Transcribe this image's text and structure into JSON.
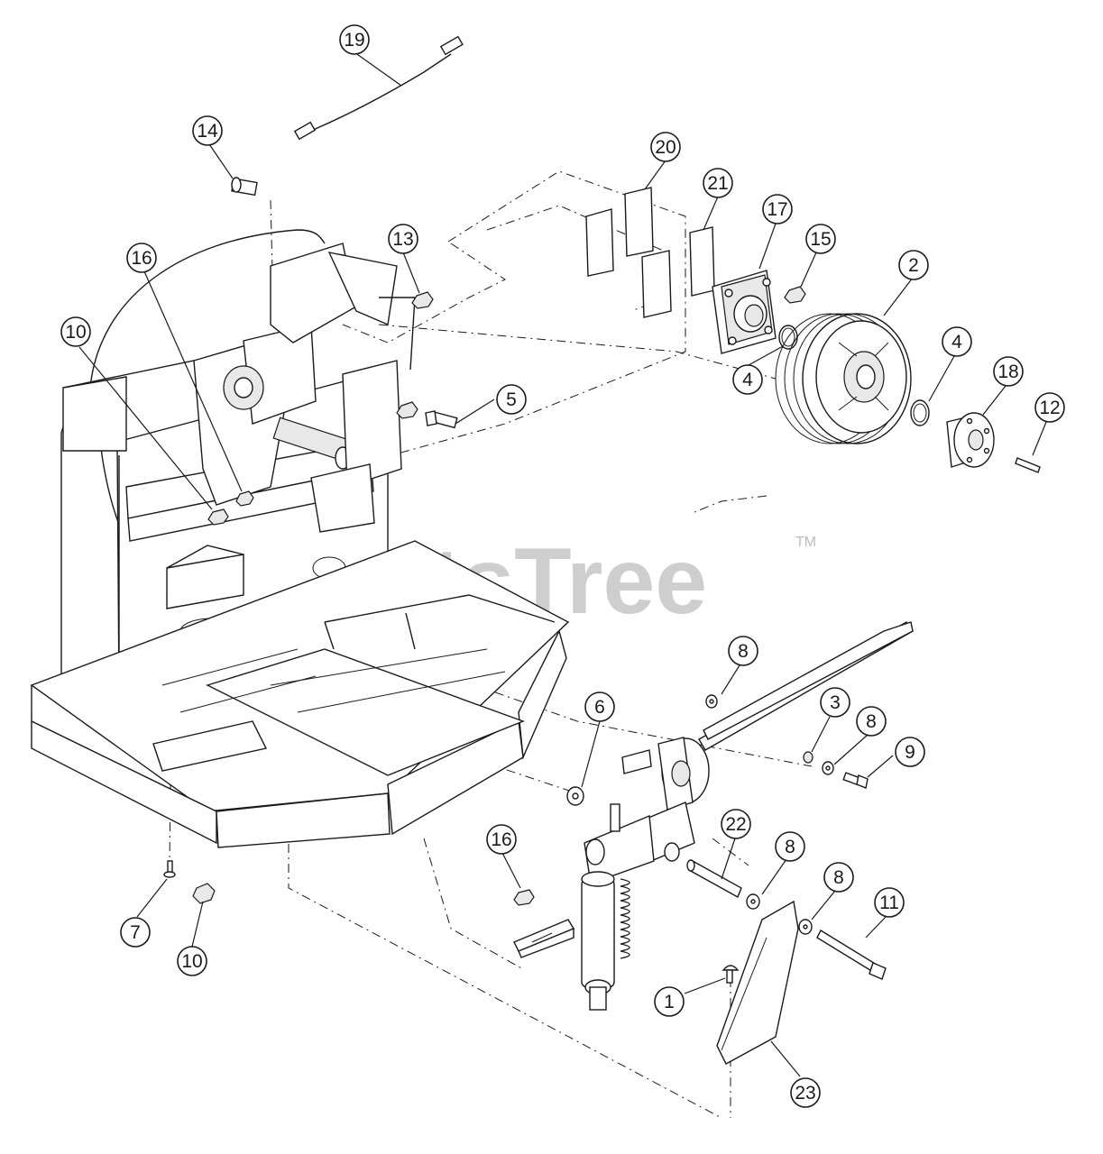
{
  "watermark": {
    "text": "PartsTree",
    "tm": "TM"
  },
  "callouts": [
    {
      "id": "c19",
      "label": "19"
    },
    {
      "id": "c14",
      "label": "14"
    },
    {
      "id": "c20",
      "label": "20"
    },
    {
      "id": "c21",
      "label": "21"
    },
    {
      "id": "c17",
      "label": "17"
    },
    {
      "id": "c15",
      "label": "15"
    },
    {
      "id": "c2",
      "label": "2"
    },
    {
      "id": "c13",
      "label": "13"
    },
    {
      "id": "c16a",
      "label": "16"
    },
    {
      "id": "c10a",
      "label": "10"
    },
    {
      "id": "c5",
      "label": "5"
    },
    {
      "id": "c4a",
      "label": "4"
    },
    {
      "id": "c4b",
      "label": "4"
    },
    {
      "id": "c18",
      "label": "18"
    },
    {
      "id": "c12",
      "label": "12"
    },
    {
      "id": "c8a",
      "label": "8"
    },
    {
      "id": "c3",
      "label": "3"
    },
    {
      "id": "c8b",
      "label": "8"
    },
    {
      "id": "c9",
      "label": "9"
    },
    {
      "id": "c6",
      "label": "6"
    },
    {
      "id": "c22",
      "label": "22"
    },
    {
      "id": "c8c",
      "label": "8"
    },
    {
      "id": "c8d",
      "label": "8"
    },
    {
      "id": "c11",
      "label": "11"
    },
    {
      "id": "c16b",
      "label": "16"
    },
    {
      "id": "c7",
      "label": "7"
    },
    {
      "id": "c10b",
      "label": "10"
    },
    {
      "id": "c1",
      "label": "1"
    },
    {
      "id": "c23",
      "label": "23"
    }
  ]
}
